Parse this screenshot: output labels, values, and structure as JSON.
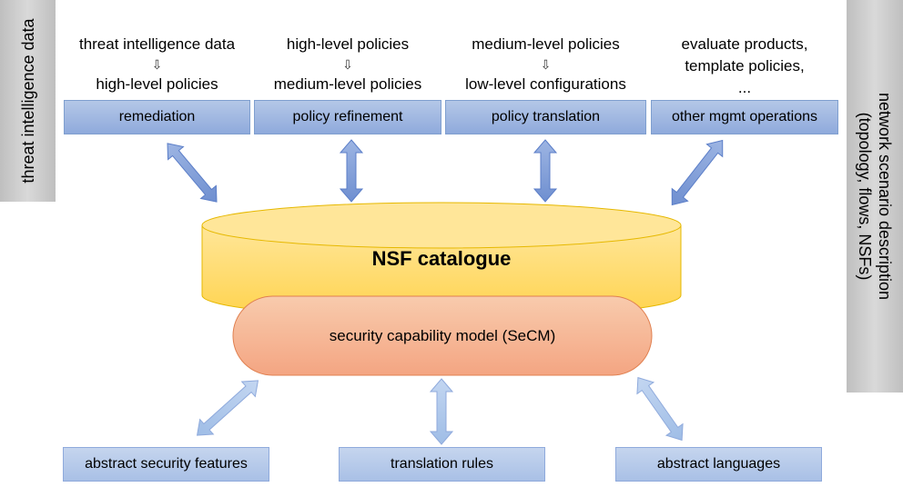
{
  "left_bar": {
    "label": "threat intelligence data"
  },
  "right_bar": {
    "line1": "network scenario description",
    "line2": "(topology, flows, NSFs)"
  },
  "top_columns": [
    {
      "line1": "threat intelligence data",
      "arrow": "⇩",
      "line2": "high-level policies",
      "box": "remediation"
    },
    {
      "line1": "high-level policies",
      "arrow": "⇩",
      "line2": "medium-level policies",
      "box": "policy refinement"
    },
    {
      "line1": "medium-level policies",
      "arrow": "⇩",
      "line2": "low-level configurations",
      "box": "policy translation"
    },
    {
      "line1": "evaluate products,",
      "arrow": "template policies,",
      "line2": "...",
      "box": "other mgmt operations"
    }
  ],
  "catalogue": {
    "label": "NSF catalogue"
  },
  "secm": {
    "label": "security capability model (SeCM)"
  },
  "bottom_boxes": [
    {
      "label": "abstract security features"
    },
    {
      "label": "translation rules"
    },
    {
      "label": "abstract languages"
    }
  ],
  "colors": {
    "box_fill": "#8faadc",
    "cylinder_fill": "#ffd966",
    "secm_fill": "#f4b183",
    "side_bar": "#d9d9d9",
    "arrow_top": "#7f9fd9",
    "arrow_bottom": "#a9c4ea"
  }
}
